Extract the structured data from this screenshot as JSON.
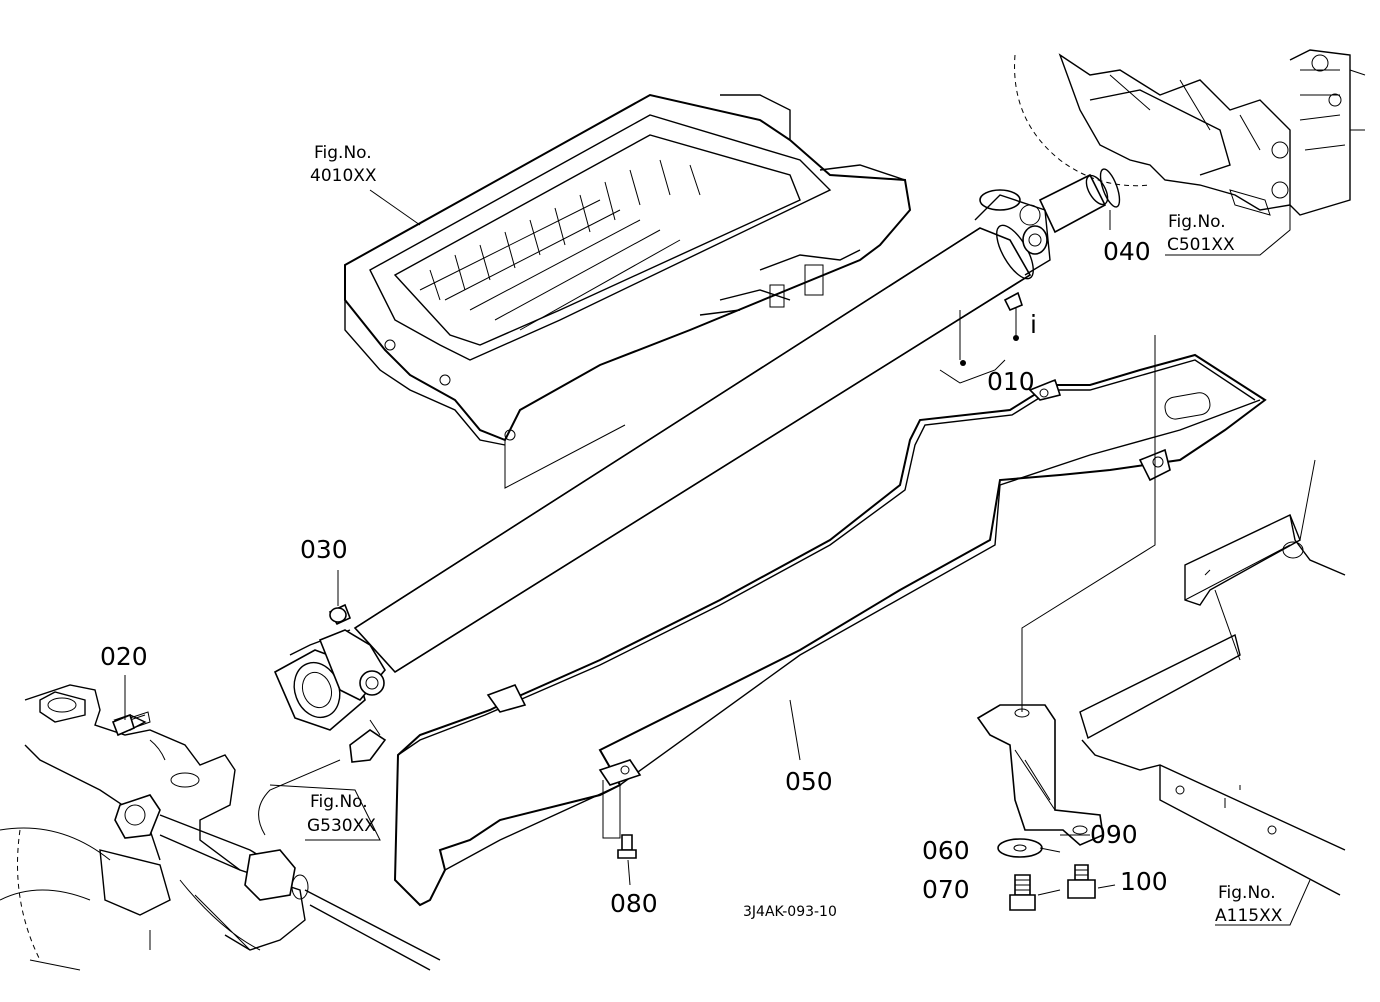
{
  "drawing_code": "3J4AK-093-10",
  "parts": [
    {
      "id": "p010",
      "label": "010"
    },
    {
      "id": "p020",
      "label": "020"
    },
    {
      "id": "p030",
      "label": "030"
    },
    {
      "id": "p040",
      "label": "040"
    },
    {
      "id": "p050",
      "label": "050"
    },
    {
      "id": "p060",
      "label": "060"
    },
    {
      "id": "p070",
      "label": "070"
    },
    {
      "id": "p080",
      "label": "080"
    },
    {
      "id": "p090",
      "label": "090"
    },
    {
      "id": "p100",
      "label": "100"
    }
  ],
  "detail_marker": "i",
  "figure_refs": [
    {
      "title": "Fig.No.",
      "number": "4010XX"
    },
    {
      "title": "Fig.No.",
      "number": "C501XX"
    },
    {
      "title": "Fig.No.",
      "number": "G530XX"
    },
    {
      "title": "Fig.No.",
      "number": "A115XX"
    }
  ]
}
